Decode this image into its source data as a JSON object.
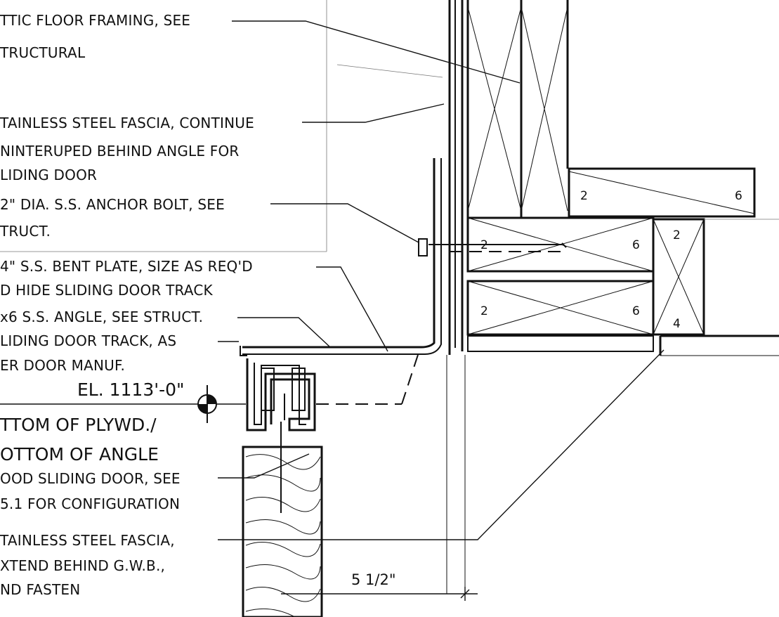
{
  "notes": {
    "attic_framing": [
      "TTIC FLOOR FRAMING, SEE",
      "TRUCTURAL"
    ],
    "fascia_top": [
      "TAINLESS STEEL FASCIA, CONTINUE",
      "NINTERUPED BEHIND ANGLE FOR",
      "LIDING DOOR"
    ],
    "anchor_bolt": [
      "2\" DIA. S.S. ANCHOR BOLT, SEE",
      "TRUCT."
    ],
    "bent_plate": [
      "4\" S.S. BENT PLATE, SIZE AS REQ'D",
      "D HIDE SLIDING DOOR TRACK"
    ],
    "angle": [
      "x6 S.S. ANGLE, SEE STRUCT."
    ],
    "door_track": [
      "LIDING DOOR TRACK, AS",
      "ER DOOR MANUF."
    ],
    "elevation": "EL. 1113'-0\"",
    "bottom_of": [
      "TTOM OF PLYWD./",
      "OTTOM OF ANGLE"
    ],
    "wood_door": [
      "OOD SLIDING DOOR, SEE",
      "5.1 FOR CONFIGURATION"
    ],
    "fascia_bottom": [
      "TAINLESS STEEL FASCIA,",
      "XTEND BEHIND G.W.B.,",
      "ND FASTEN"
    ]
  },
  "lumber_labels": {
    "top_beam": [
      "2",
      "6"
    ],
    "upper_block": [
      "2",
      "6"
    ],
    "lower_block": [
      "2",
      "6"
    ],
    "post": [
      "2",
      "4"
    ]
  },
  "dimension": "5 1/2\""
}
